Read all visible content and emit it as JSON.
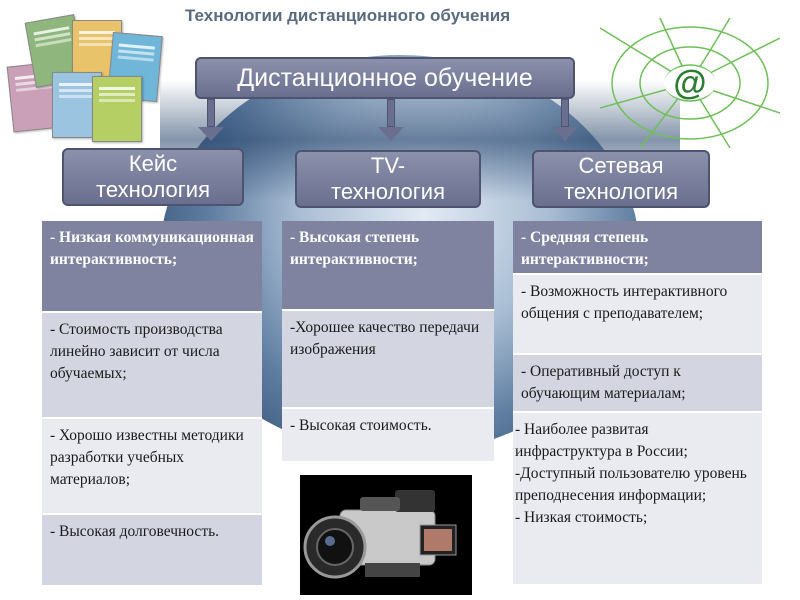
{
  "title": "Технологии дистанционного обучения",
  "main_box": "Дистанционное обучение",
  "categories": [
    {
      "label": "Кейс\nтехнология"
    },
    {
      "label": "TV-\nтехнология"
    },
    {
      "label": "Сетевая\nтехнология"
    }
  ],
  "columns": [
    {
      "cells": [
        "- Низкая коммуникационная интерактивность;",
        "- Стоимость производства линейно зависит от числа обучаемых;",
        "- Хорошо известны методики разработки учебных материалов;",
        "- Высокая долговечность."
      ]
    },
    {
      "cells": [
        "- Высокая степень интерактивности;",
        "-Хорошее качество передачи изображения",
        "- Высокая стоимость."
      ]
    },
    {
      "cells": [
        "- Средняя степень интерактивности;",
        "- Возможность интерактивного общения с преподавателем;",
        "- Оперативный доступ к обучающим материалам;",
        "- Наиболее развитая инфраструктура в России;\n-Доступный пользователю уровень преподнесения информации;\n- Низкая стоимость;"
      ]
    }
  ],
  "web_logo_symbol": "@",
  "colors": {
    "box_fill": "#7a7f9e",
    "header_cell": "#7f839f",
    "cell_light": "#e9ebf1",
    "cell_mid": "#d3d6e1",
    "web_green": "#2e7d32"
  }
}
